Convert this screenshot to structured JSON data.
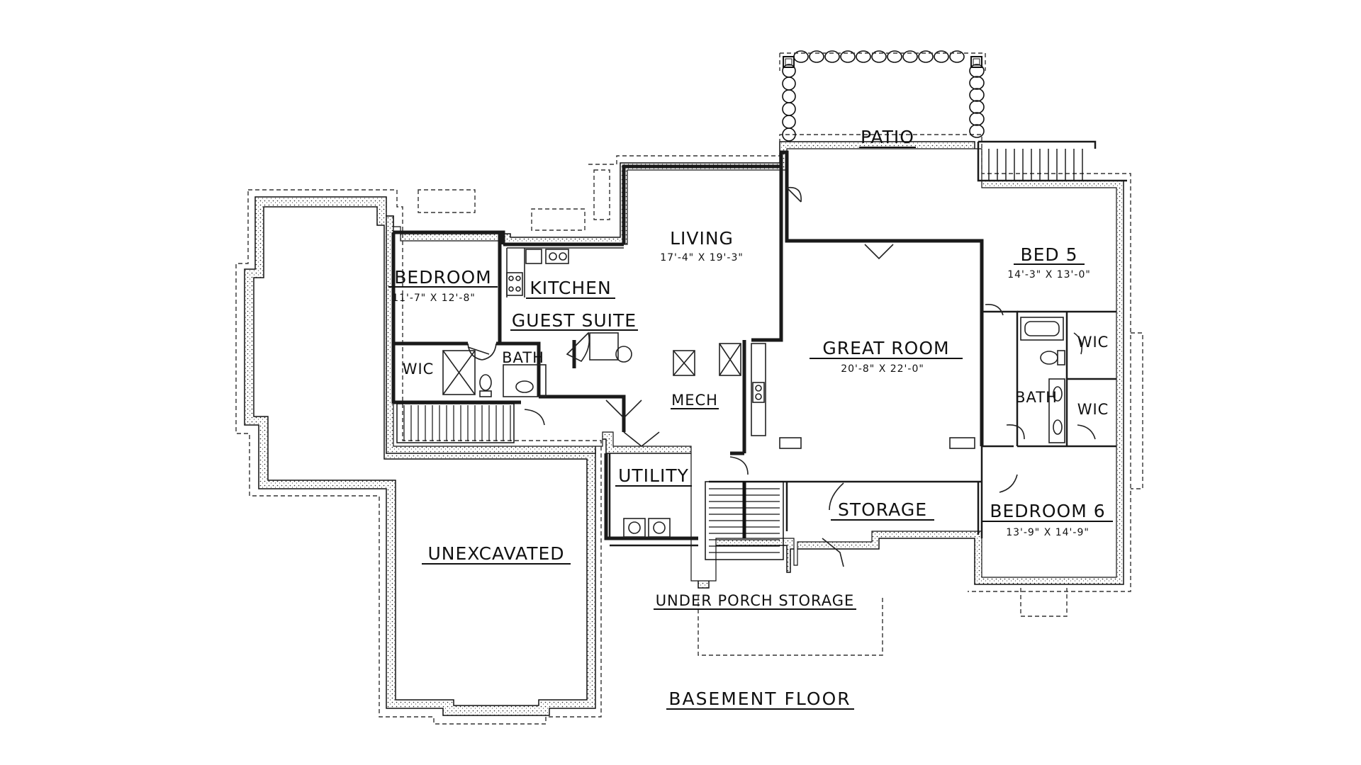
{
  "plan": {
    "title": "BASEMENT FLOOR",
    "rooms": {
      "patio": {
        "name": "PATIO"
      },
      "living": {
        "name": "LIVING",
        "dims": "17'-4\" X 19'-3\""
      },
      "bed5": {
        "name": "BED 5",
        "dims": "14'-3\" X 13'-0\""
      },
      "bedroom": {
        "name": "BEDROOM",
        "dims": "11'-7\" X 12'-8\""
      },
      "kitchen": {
        "name": "KITCHEN"
      },
      "guest_suite": {
        "name": "GUEST SUITE"
      },
      "great_room": {
        "name": "GREAT ROOM",
        "dims": "20'-8\" X 22'-0\""
      },
      "wic_left": {
        "name": "WIC"
      },
      "bath_left": {
        "name": "BATH"
      },
      "mech": {
        "name": "MECH"
      },
      "wic_right_top": {
        "name": "WIC"
      },
      "wic_right_bottom": {
        "name": "WIC"
      },
      "bath_right": {
        "name": "BATH"
      },
      "utility": {
        "name": "UTILITY"
      },
      "storage": {
        "name": "STORAGE"
      },
      "bedroom6": {
        "name": "BEDROOM 6",
        "dims": "13'-9\" X 14'-9\""
      },
      "unexcavated": {
        "name": "UNEXCAVATED"
      },
      "under_porch": {
        "name": "UNDER PORCH STORAGE"
      }
    }
  }
}
